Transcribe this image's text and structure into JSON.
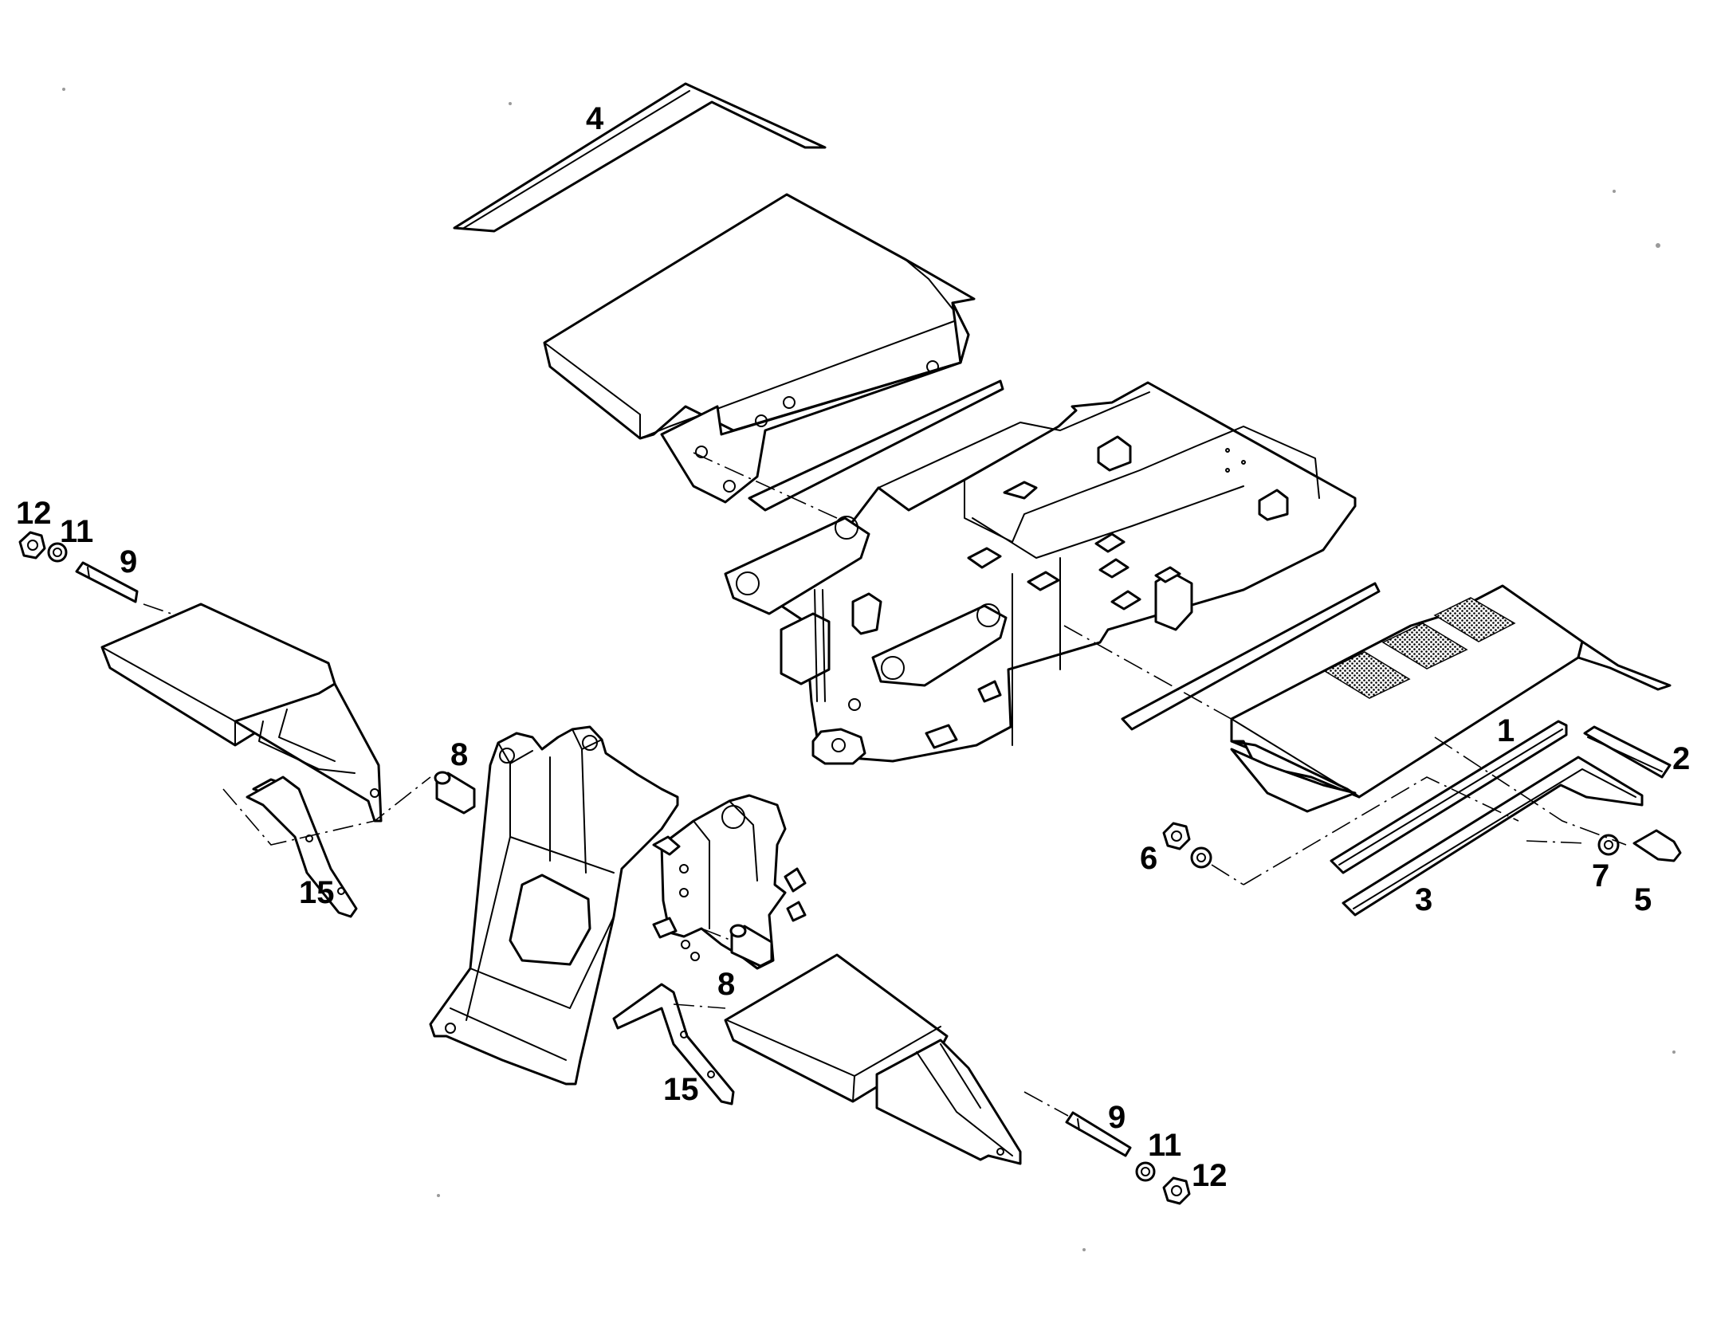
{
  "callouts": {
    "c1": "1",
    "c2": "2",
    "c3": "3",
    "c4": "4",
    "c5": "5",
    "c6": "6",
    "c7": "7",
    "c8_left": "8",
    "c8_center": "8",
    "c9_left": "9",
    "c9_right": "9",
    "c11_left": "11",
    "c11_right": "11",
    "c12_left": "12",
    "c12_right": "12",
    "c15_left": "15",
    "c15_center": "15"
  },
  "style": {
    "line_color": "#000000",
    "background": "#ffffff"
  }
}
